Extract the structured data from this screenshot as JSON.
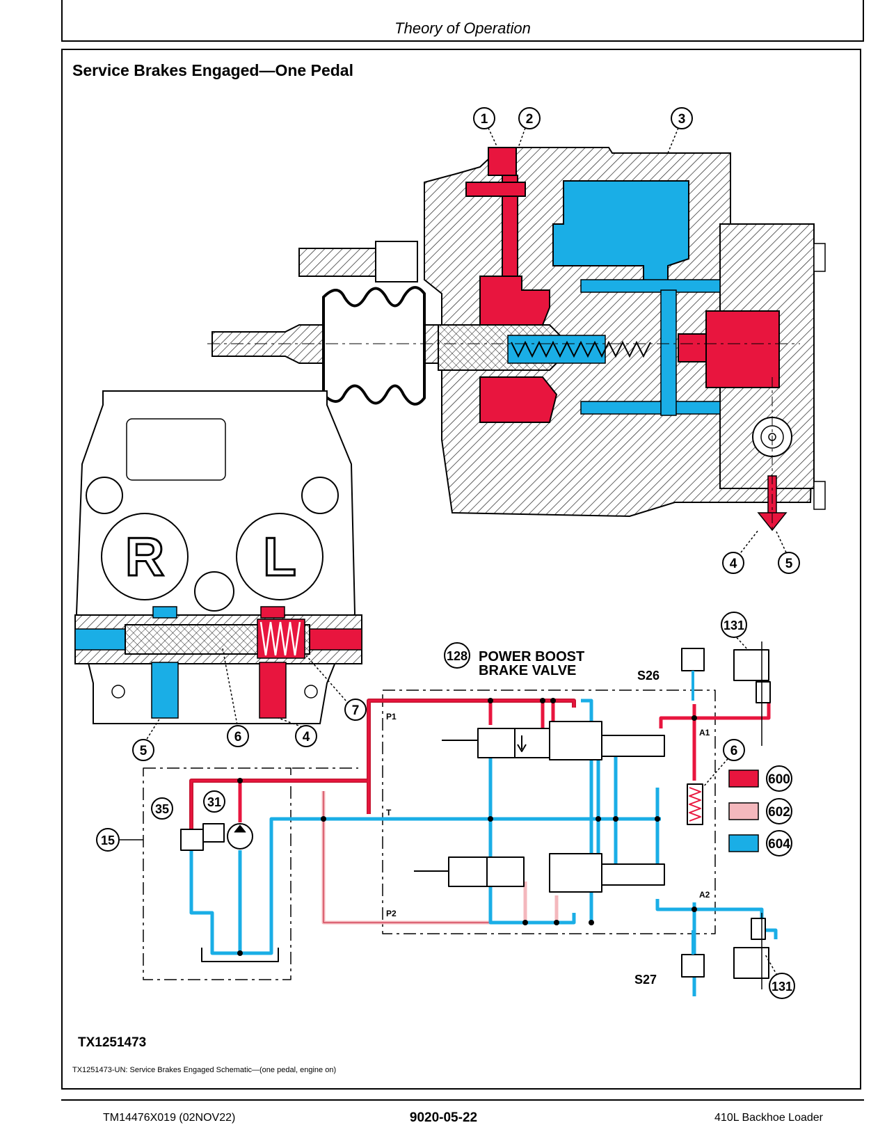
{
  "header": {
    "title": "Theory of Operation"
  },
  "figure": {
    "title": "Service Brakes Engaged—One Pedal",
    "image_id": "TX1251473",
    "caption": "TX1251473-UN: Service Brakes Engaged Schematic—(one pedal, engine on)"
  },
  "callouts": [
    "1",
    "2",
    "3",
    "4",
    "5",
    "5",
    "6",
    "4",
    "7",
    "6",
    "131",
    "131",
    "128",
    "35",
    "31",
    "15"
  ],
  "pedal_letters": {
    "right": "R",
    "left": "L"
  },
  "schematic": {
    "valve_label_line1": "POWER BOOST",
    "valve_label_line2": "BRAKE VALVE",
    "switch_top": "S26",
    "switch_bottom": "S27",
    "port_p1": "P1",
    "port_p2": "P2",
    "port_t": "T",
    "port_a1": "A1",
    "port_a2": "A2"
  },
  "legend": [
    {
      "code": "600",
      "color": "#e8153e"
    },
    {
      "code": "602",
      "color": "#f4b8bd"
    },
    {
      "code": "604",
      "color": "#1aaee6"
    }
  ],
  "colors": {
    "pressure": "#e8153e",
    "reduced": "#f4b8bd",
    "return": "#1aaee6",
    "line": "#000000"
  },
  "footer": {
    "doc_id": "TM14476X019 (02NOV22)",
    "page": "9020-05-22",
    "model": "410L Backhoe Loader"
  }
}
